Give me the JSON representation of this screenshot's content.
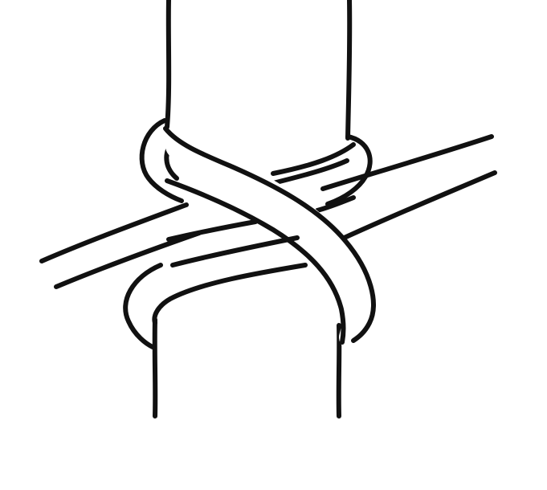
{
  "colors": {
    "ink": "#111111",
    "paper": "#ffffff"
  },
  "parts": [
    "upper-pole",
    "lower-pole",
    "left-rope-strands",
    "right-rope-strands",
    "rope-wraps",
    "crossing-strand"
  ]
}
